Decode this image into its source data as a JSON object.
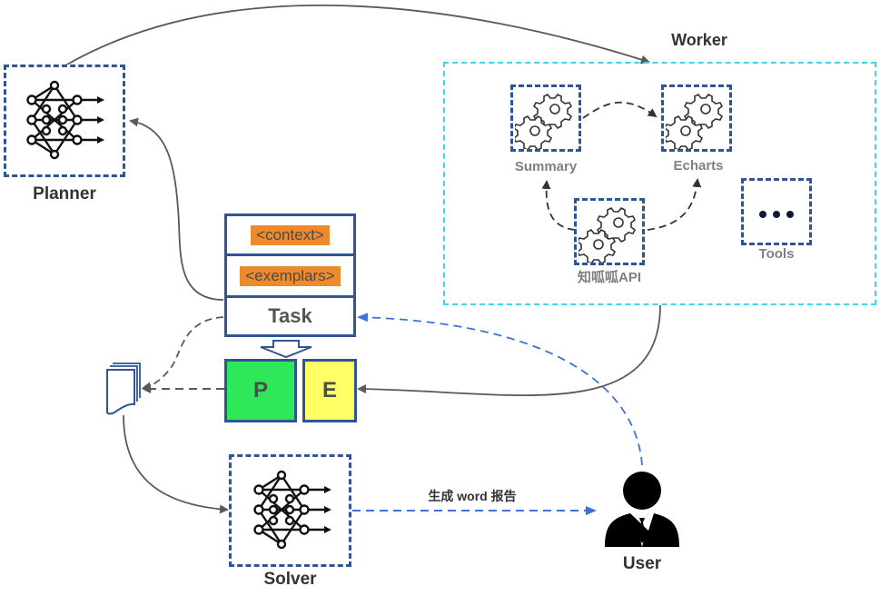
{
  "diagram": {
    "planner": {
      "label": "Planner",
      "icon": "neural-network-icon"
    },
    "worker": {
      "title": "Worker",
      "tools": [
        {
          "label": "Summary",
          "icon": "gears-icon"
        },
        {
          "label": "Echarts",
          "icon": "gears-icon"
        },
        {
          "label": "知呱呱API",
          "icon": "gears-icon"
        },
        {
          "label": "Tools",
          "icon": "ellipsis-icon"
        }
      ]
    },
    "prompt_stack": {
      "context_tag": "<context>",
      "exemplars_tag": "<exemplars>",
      "task_label": "Task"
    },
    "plan_box": {
      "label": "P",
      "color": "#2ee85a"
    },
    "evidence_box": {
      "label": "E",
      "color": "#ffff66"
    },
    "document": {
      "icon": "document-stack-icon"
    },
    "solver": {
      "label": "Solver",
      "icon": "neural-network-icon"
    },
    "user": {
      "label": "User",
      "icon": "user-icon"
    },
    "edges": {
      "solver_to_user_label": "生成 word 报告"
    },
    "colors": {
      "box_border": "#2f5597",
      "worker_frame": "#3ad6ea",
      "context_tag_bg": "#ed8a2c",
      "arrow_gray": "#595959",
      "arrow_blue": "#3f6fe0"
    }
  }
}
